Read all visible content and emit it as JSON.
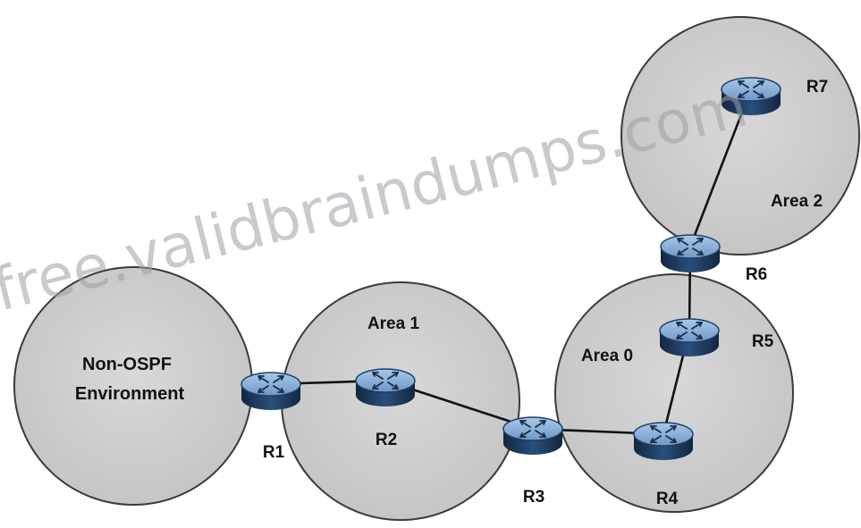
{
  "areas": {
    "non_ospf_line1": "Non-OSPF",
    "non_ospf_line2": "Environment",
    "area1": "Area 1",
    "area0": "Area 0",
    "area2": "Area 2"
  },
  "routers": {
    "r1": "R1",
    "r2": "R2",
    "r3": "R3",
    "r4": "R4",
    "r5": "R5",
    "r6": "R6",
    "r7": "R7"
  },
  "links": [
    [
      "R1",
      "R2"
    ],
    [
      "R2",
      "R3"
    ],
    [
      "R3",
      "R4"
    ],
    [
      "R4",
      "R5"
    ],
    [
      "R5",
      "R6"
    ],
    [
      "R6",
      "R7"
    ]
  ],
  "watermark": "free.validbraindumps.com",
  "colors": {
    "area_fill": "#cfcfcf",
    "area_stroke": "#3a3a3a",
    "router_top": "#8fb6e0",
    "router_side": "#1f3f66",
    "link": "#111111"
  }
}
